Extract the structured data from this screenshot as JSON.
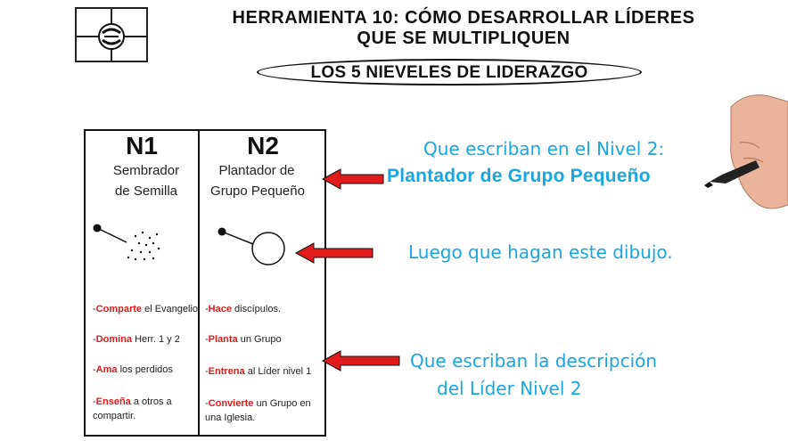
{
  "header": {
    "title_line1": "HERRAMIENTA 10: CÓMO DESARROLLAR LÍDERES",
    "title_line2": "QUE SE MULTIPLIQUEN",
    "subtitle": "LOS 5 NIEVELES DE LIDERAZGO"
  },
  "levels": [
    {
      "code": "N1",
      "name_line1": "Sembrador",
      "name_line2": "de Semilla",
      "items": [
        {
          "verb": "Comparte",
          "rest": " el Evangelio."
        },
        {
          "verb": "Domina",
          "rest": " Herr. 1 y 2"
        },
        {
          "verb": "Ama",
          "rest": " los perdidos"
        },
        {
          "verb": "Enseña",
          "rest": " a otros a",
          "rest2": "compartir."
        }
      ]
    },
    {
      "code": "N2",
      "name_line1": "Plantador de",
      "name_line2": "Grupo Pequeño",
      "items": [
        {
          "verb": "Hace",
          "rest": " discípulos."
        },
        {
          "verb": "Planta",
          "rest": " un Grupo"
        },
        {
          "verb": "Entrena",
          "rest": " al Líder nivel 1"
        },
        {
          "verb": "Convierte",
          "rest": " un Grupo en",
          "rest2": "una Iglesia."
        }
      ]
    }
  ],
  "annotations": {
    "note1": "Que escriban en el Nivel 2:",
    "note1_bold": "Plantador de Grupo Pequeño",
    "note2": "Luego que hagan este dibujo.",
    "note3_line1": "Que escriban la descripción",
    "note3_line2": "del Líder Nivel 2"
  },
  "colors": {
    "accent": "#1aa6df",
    "arrow": "#e01b1b",
    "verb": "#e01b1b"
  }
}
